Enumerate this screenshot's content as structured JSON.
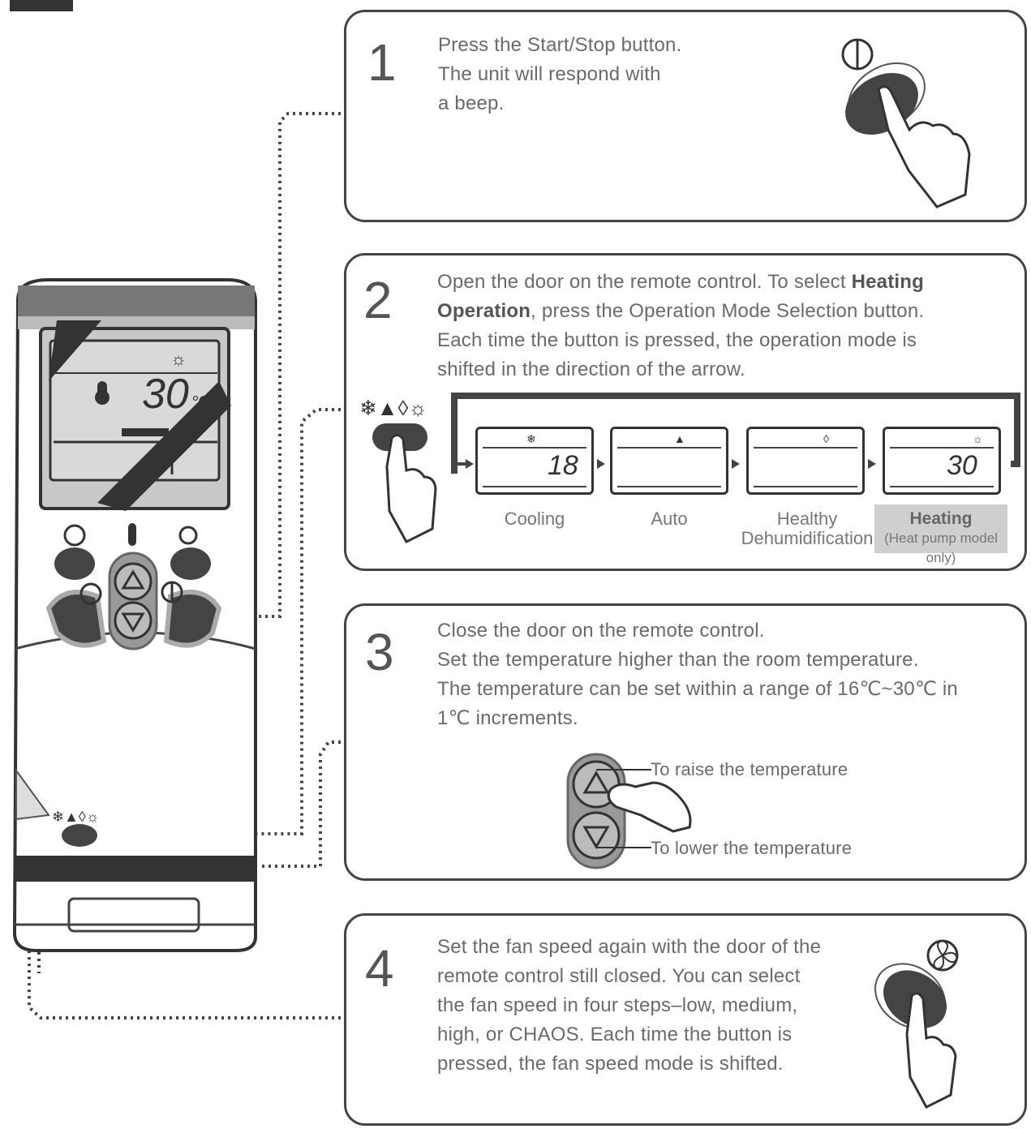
{
  "steps": [
    {
      "number": "1",
      "lines": [
        "Press the Start/Stop button.",
        "The unit will respond with",
        "a beep."
      ]
    },
    {
      "number": "2",
      "line1_a": "Open the door on the remote control. To select ",
      "line1_b": "Heating",
      "line2_a": "Operation",
      "line2_b": ", press the Operation Mode Selection button.",
      "line3": "Each time the button is pressed, the operation mode is",
      "line4": "shifted in the direction of the arrow.",
      "modes": [
        {
          "name": "Cooling",
          "display": "18"
        },
        {
          "name": "Auto",
          "display": ""
        },
        {
          "name": "Healthy",
          "name2": "Dehumidification",
          "display": ""
        },
        {
          "name": "Heating",
          "note": "(Heat pump model only)",
          "display": "30"
        }
      ]
    },
    {
      "number": "3",
      "lines": [
        "Close the door on the remote control.",
        "Set the temperature higher than the room temperature.",
        "The temperature can be set within a range of 16℃~30℃ in",
        "1℃ increments."
      ],
      "raise_label": "To raise the temperature",
      "lower_label": "To lower the temperature"
    },
    {
      "number": "4",
      "lines": [
        "Set the fan speed again with the door of the",
        "remote control still closed. You can select",
        "the fan speed in four steps–low, medium,",
        "high, or CHAOS. Each time the button is",
        "pressed, the fan speed mode is shifted."
      ]
    }
  ],
  "remote": {
    "display_temp": "30",
    "display_unit": "℃",
    "mode_icons": "❄▲◊☼"
  },
  "icons": {
    "power": "power-icon",
    "fan": "fan-icon",
    "thermometer": "thermometer-icon",
    "swing": "swing-icon",
    "mode": "mode-icons"
  }
}
